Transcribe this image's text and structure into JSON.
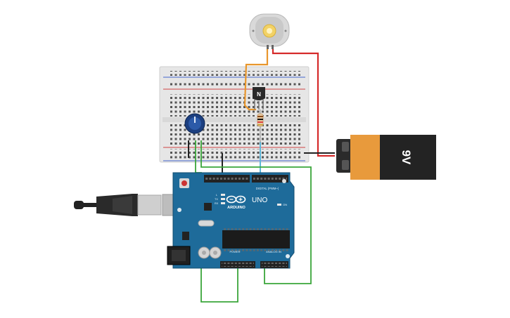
{
  "arduino": {
    "brand": "ARDUINO",
    "model": "UNO",
    "digital_label": "DIGITAL (PWM~)",
    "power_label": "POWER",
    "analog_label": "ANALOG IN",
    "tx_label": "TX",
    "rx_label": "RX",
    "on_label": "ON",
    "l_label": "L",
    "board_color": "#1e6b9a"
  },
  "battery": {
    "label": "9V",
    "body_color": "#e89a3c"
  },
  "transistor": {
    "label": "N"
  },
  "wires": {
    "green": "#3aa63a",
    "red": "#d52b2b",
    "orange": "#e8962c",
    "black": "#222222",
    "blue": "#5fb6d8"
  }
}
